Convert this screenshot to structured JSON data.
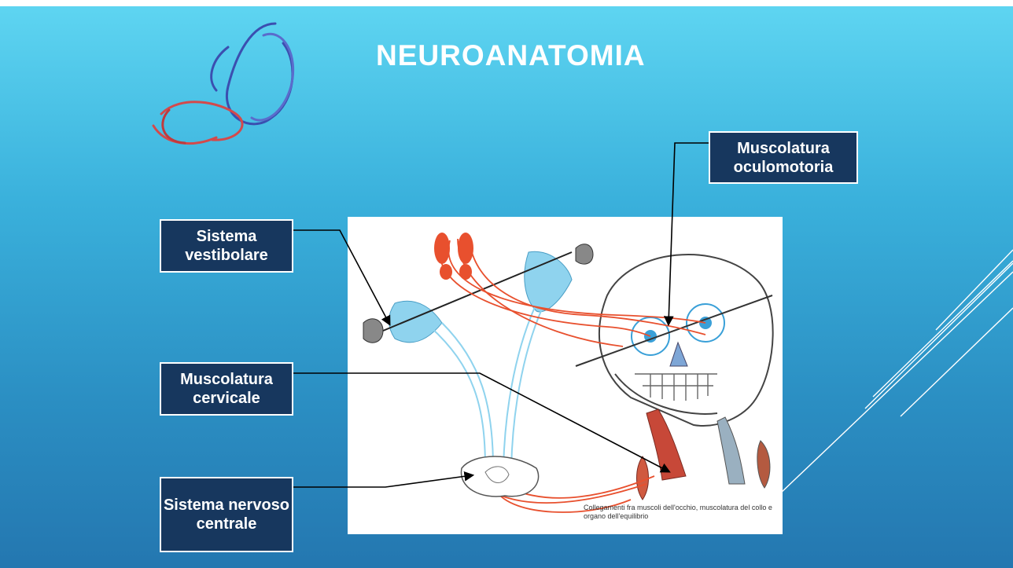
{
  "title": "NEUROANATOMIA",
  "labels": {
    "muscolatura_oculomotoria": "Muscolatura oculomotoria",
    "sistema_vestibolare": "Sistema vestibolare",
    "muscolatura_cervicale": "Muscolatura cervicale",
    "sistema_nervoso_centrale": "Sistema nervoso centrale"
  },
  "caption": "Collegamenti fra muscoli dell'occhio, muscolatura del collo e organo dell'equilibrio",
  "colors": {
    "label_bg": "#17375e",
    "nerve": "#e8502e",
    "pathway": "#8fd3ee"
  }
}
